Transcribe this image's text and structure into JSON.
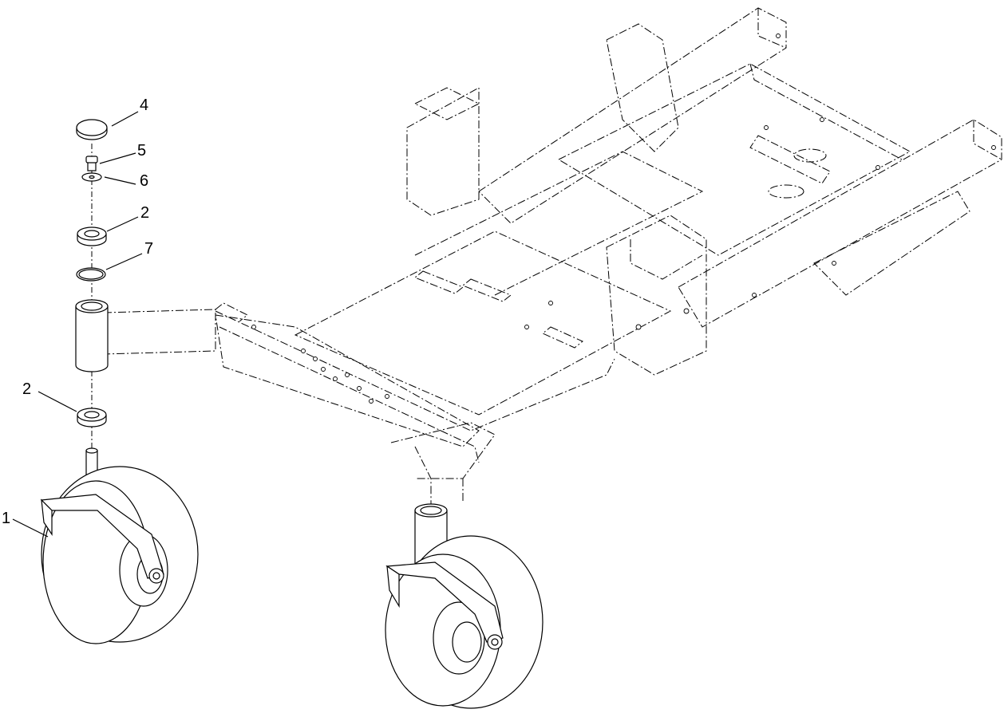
{
  "callouts": [
    {
      "id": "callout-4",
      "label": "4"
    },
    {
      "id": "callout-5",
      "label": "5"
    },
    {
      "id": "callout-6",
      "label": "6"
    },
    {
      "id": "callout-2-upper",
      "label": "2"
    },
    {
      "id": "callout-7",
      "label": "7"
    },
    {
      "id": "callout-2-lower",
      "label": "2"
    },
    {
      "id": "callout-1",
      "label": "1"
    }
  ]
}
